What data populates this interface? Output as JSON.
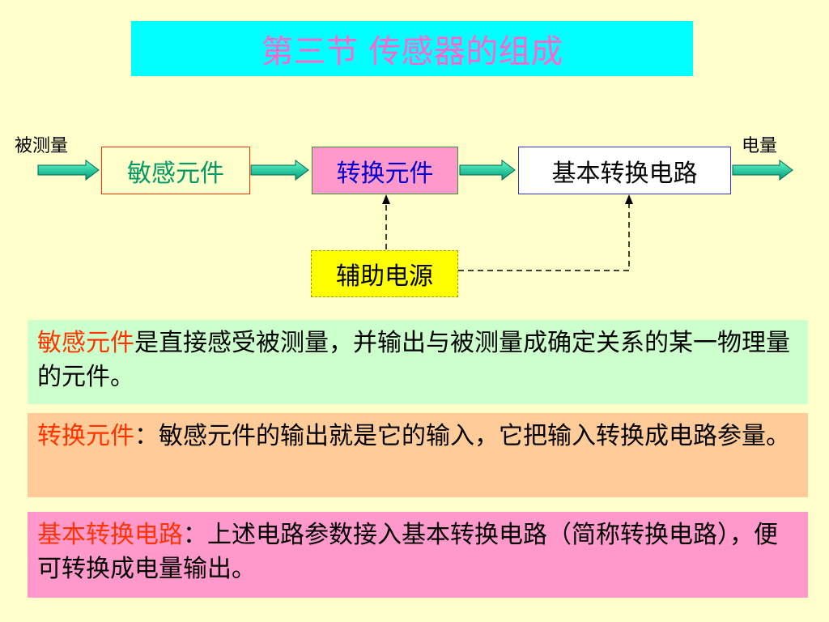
{
  "title": "第三节 传感器的组成",
  "diagram": {
    "input_label": "被测量",
    "output_label": "电量",
    "blocks": {
      "sensitive": "敏感元件",
      "transform": "转换元件",
      "circuit": "基本转换电路",
      "power": "辅助电源"
    }
  },
  "descriptions": [
    {
      "term": "敏感元件",
      "sep": "",
      "text": "是直接感受被测量，并输出与被测量成确定关系的某一物理量的元件。"
    },
    {
      "term": "转换元件",
      "sep": "：",
      "text": "敏感元件的输出就是它的输入，它把输入转换成电路参量。"
    },
    {
      "term": "基本转换电路",
      "sep": "：",
      "text": "上述电路参数接入基本转换电路（简称转换电路），便可转换成电量输出。"
    }
  ],
  "colors": {
    "background": "#ffffcc",
    "title_bg": "#00ffff",
    "title_text": "#ff66cc",
    "arrow": "#00b0a0",
    "term_highlight": "#ff3300"
  }
}
